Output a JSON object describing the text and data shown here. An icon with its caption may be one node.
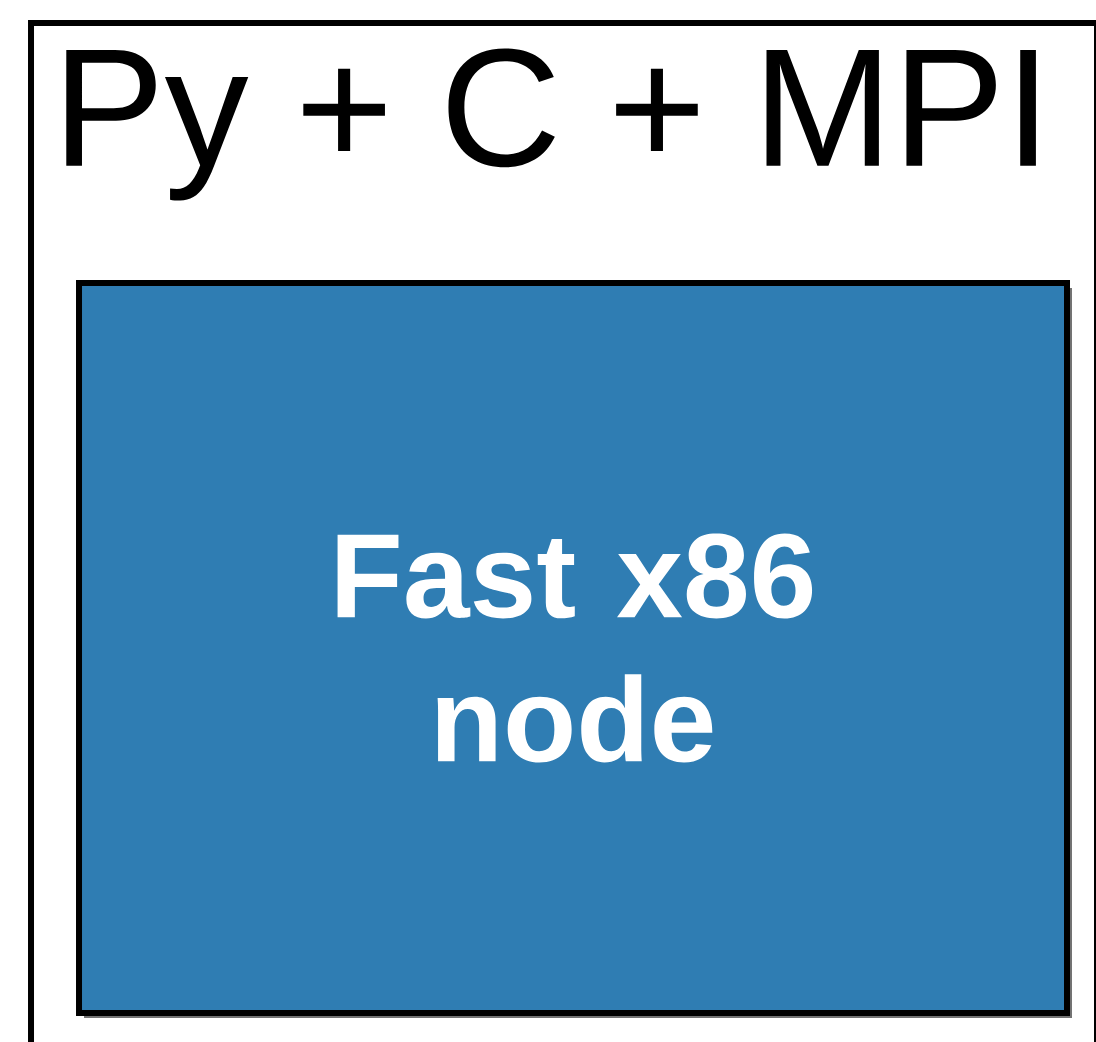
{
  "diagram": {
    "nodes": [
      {
        "text": [
          "Py + C + MPI"
        ]
      },
      {
        "text": [
          "Fast x86 node"
        ],
        "in": 0
      }
    ]
  }
}
